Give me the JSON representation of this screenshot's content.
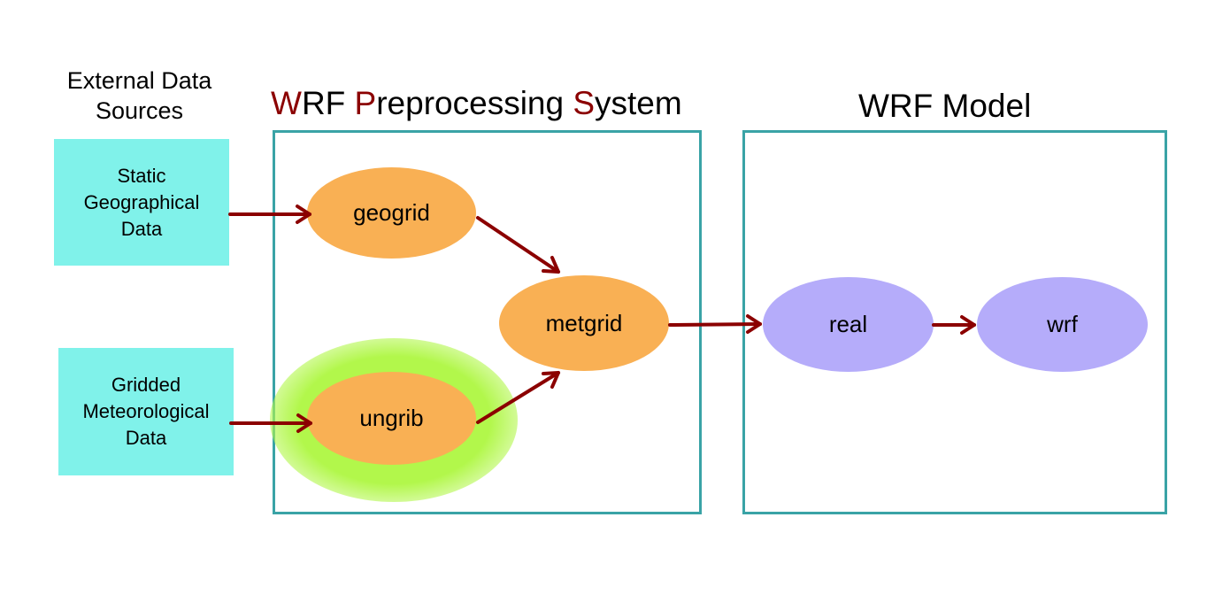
{
  "headings": {
    "external_line1": "External Data",
    "external_line2": "Sources",
    "wps_title": {
      "w": "W",
      "rf": "RF ",
      "p": "P",
      "reprocessing": "reprocessing ",
      "s": "S",
      "ystem": "ystem"
    },
    "wrf_model": "WRF Model"
  },
  "sources": [
    {
      "lines": [
        "Static",
        "Geographical",
        "Data"
      ]
    },
    {
      "lines": [
        "Gridded",
        "Meteorological",
        "Data"
      ]
    }
  ],
  "nodes": {
    "geogrid": "geogrid",
    "ungrib": "ungrib",
    "metgrid": "metgrid",
    "real": "real",
    "wrf": "wrf"
  },
  "highlighted_node": "ungrib",
  "edges": [
    {
      "from": "Static Geographical Data",
      "to": "geogrid"
    },
    {
      "from": "Gridded Meteorological Data",
      "to": "ungrib"
    },
    {
      "from": "geogrid",
      "to": "metgrid"
    },
    {
      "from": "ungrib",
      "to": "metgrid"
    },
    {
      "from": "metgrid",
      "to": "real"
    },
    {
      "from": "real",
      "to": "wrf"
    }
  ],
  "colors": {
    "accent": "#8b0000",
    "source_box": "#80f2ea",
    "panel_border": "#3aa3a6",
    "wps_node": "#f9b054",
    "model_node": "#b5acfa",
    "highlight_glow": "#b2f74b"
  }
}
